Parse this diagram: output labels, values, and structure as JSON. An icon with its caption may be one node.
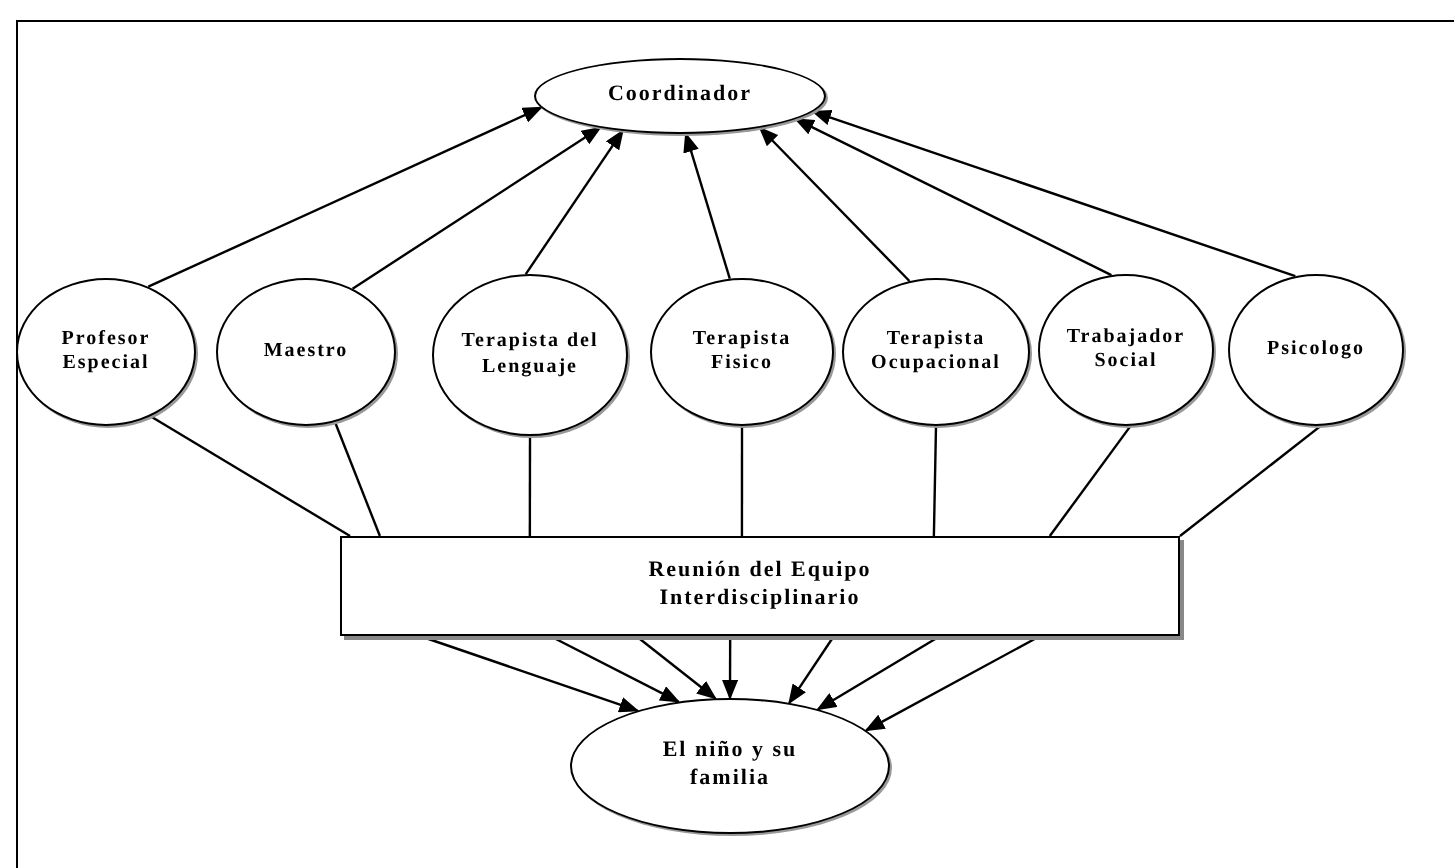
{
  "diagram": {
    "nodes": [
      {
        "text": [
          "Coordinador"
        ]
      },
      {
        "text": [
          "Profesor Especial"
        ]
      },
      {
        "text": [
          "Maestro"
        ]
      },
      {
        "text": [
          "Terapista del Lenguaje"
        ]
      },
      {
        "text": [
          "Terapista Fisico"
        ]
      },
      {
        "text": [
          "Terapista Ocupacional"
        ]
      },
      {
        "text": [
          "Trabajador Social"
        ]
      },
      {
        "text": [
          "Psicologo"
        ]
      },
      {
        "text": [
          "Reunión del Equipo Interdisciplinario"
        ]
      },
      {
        "text": [
          "El niño y su familia"
        ]
      }
    ],
    "edges": [
      {
        "from": 1,
        "to": 0,
        "arrow": "to"
      },
      {
        "from": 2,
        "to": 0,
        "arrow": "to"
      },
      {
        "from": 3,
        "to": 0,
        "arrow": "to"
      },
      {
        "from": 4,
        "to": 0,
        "arrow": "to"
      },
      {
        "from": 5,
        "to": 0,
        "arrow": "to"
      },
      {
        "from": 6,
        "to": 0,
        "arrow": "to"
      },
      {
        "from": 7,
        "to": 0,
        "arrow": "to"
      },
      {
        "from": 1,
        "to": 8,
        "arrow": "none"
      },
      {
        "from": 2,
        "to": 8,
        "arrow": "none"
      },
      {
        "from": 3,
        "to": 8,
        "arrow": "none"
      },
      {
        "from": 4,
        "to": 8,
        "arrow": "none"
      },
      {
        "from": 5,
        "to": 8,
        "arrow": "none"
      },
      {
        "from": 6,
        "to": 8,
        "arrow": "none"
      },
      {
        "from": 7,
        "to": 8,
        "arrow": "none"
      },
      {
        "from": 8,
        "to": 9,
        "arrow": "to"
      },
      {
        "from": 8,
        "to": 9,
        "arrow": "to"
      },
      {
        "from": 8,
        "to": 9,
        "arrow": "to"
      },
      {
        "from": 8,
        "to": 9,
        "arrow": "to"
      },
      {
        "from": 8,
        "to": 9,
        "arrow": "to"
      },
      {
        "from": 8,
        "to": 9,
        "arrow": "to"
      },
      {
        "from": 8,
        "to": 9,
        "arrow": "to"
      }
    ]
  }
}
